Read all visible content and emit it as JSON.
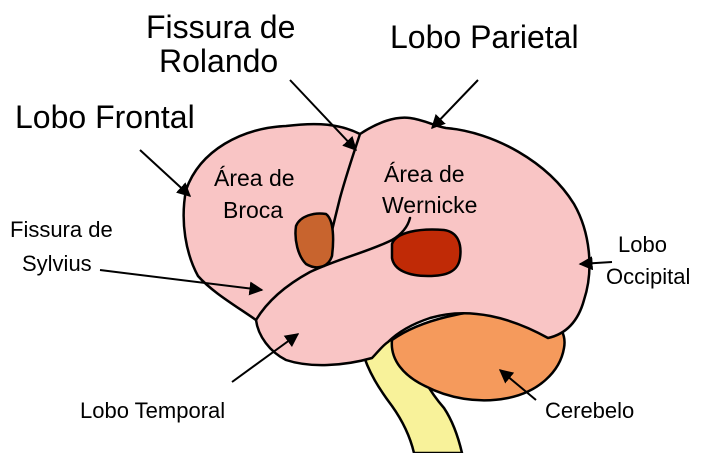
{
  "labels": {
    "rolando_line1": "Fissura de",
    "rolando_line2": "Rolando",
    "parietal": "Lobo Parietal",
    "frontal": "Lobo Frontal",
    "broca_line1": "Área  de",
    "broca_line2": "Broca",
    "wernicke_line1": "Área de",
    "wernicke_line2": "Wernicke",
    "sylvius_line1": "Fissura de",
    "sylvius_line2": "Sylvius",
    "occipital_line1": "Lobo",
    "occipital_line2": "Occipital",
    "temporal": "Lobo Temporal",
    "cerebelo": "Cerebelo"
  },
  "colors": {
    "brain": "#f9c5c5",
    "cerebellum": "#f59a5c",
    "brainstem": "#f8f29a",
    "broca_area": "#c8642e",
    "wernicke_area": "#c02a06",
    "outline": "#000000"
  }
}
